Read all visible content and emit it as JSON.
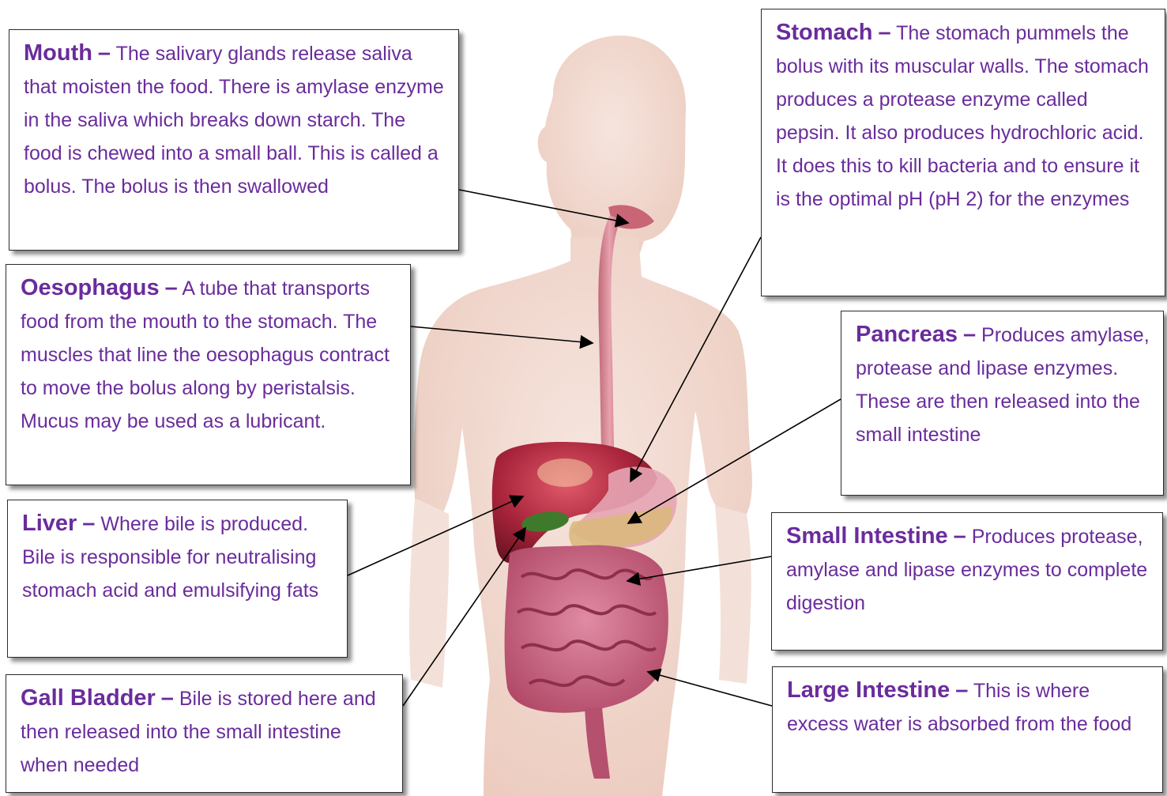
{
  "labels": {
    "mouth": {
      "title": "Mouth",
      "dash": "–",
      "text": "The salivary glands release saliva that moisten the food. There is amylase enzyme in the saliva which breaks down starch. The food is chewed into a small ball. This is called a bolus. The bolus is then swallowed"
    },
    "oesophagus": {
      "title": "Oesophagus",
      "dash": "–",
      "text": "A tube that transports food from the mouth to the stomach. The muscles that line the oesophagus contract to move the bolus along by peristalsis. Mucus may be used as a lubricant."
    },
    "liver": {
      "title": "Liver",
      "dash": "–",
      "text": "Where bile is produced. Bile is responsible for neutralising stomach acid and emulsifying fats"
    },
    "gall_bladder": {
      "title": "Gall Bladder",
      "dash": "–",
      "text": "Bile is stored here and then released into the small intestine when needed"
    },
    "stomach": {
      "title": "Stomach",
      "dash": "–",
      "text": "The stomach pummels the bolus with its muscular walls. The stomach produces a protease enzyme called pepsin. It also produces hydrochloric acid. It does this to kill bacteria and to ensure it is the optimal pH (pH 2) for the enzymes"
    },
    "pancreas": {
      "title": "Pancreas",
      "dash": "–",
      "text": "Produces amylase, protease and lipase enzymes. These are then released into the small intestine"
    },
    "small_intestine": {
      "title": "Small Intestine",
      "dash": "–",
      "text": "Produces protease, amylase and lipase enzymes to complete digestion"
    },
    "large_intestine": {
      "title": "Large Intestine",
      "dash": "–",
      "text": "This is where excess water is absorbed from the food"
    }
  },
  "colors": {
    "text": "#6a2c9c",
    "skin": "#efcfc2",
    "liver": "#a8243a",
    "intestine": "#c35a78",
    "gall_bladder": "#3f7a2c",
    "pancreas": "#d9b87a",
    "arrow": "#000000"
  }
}
